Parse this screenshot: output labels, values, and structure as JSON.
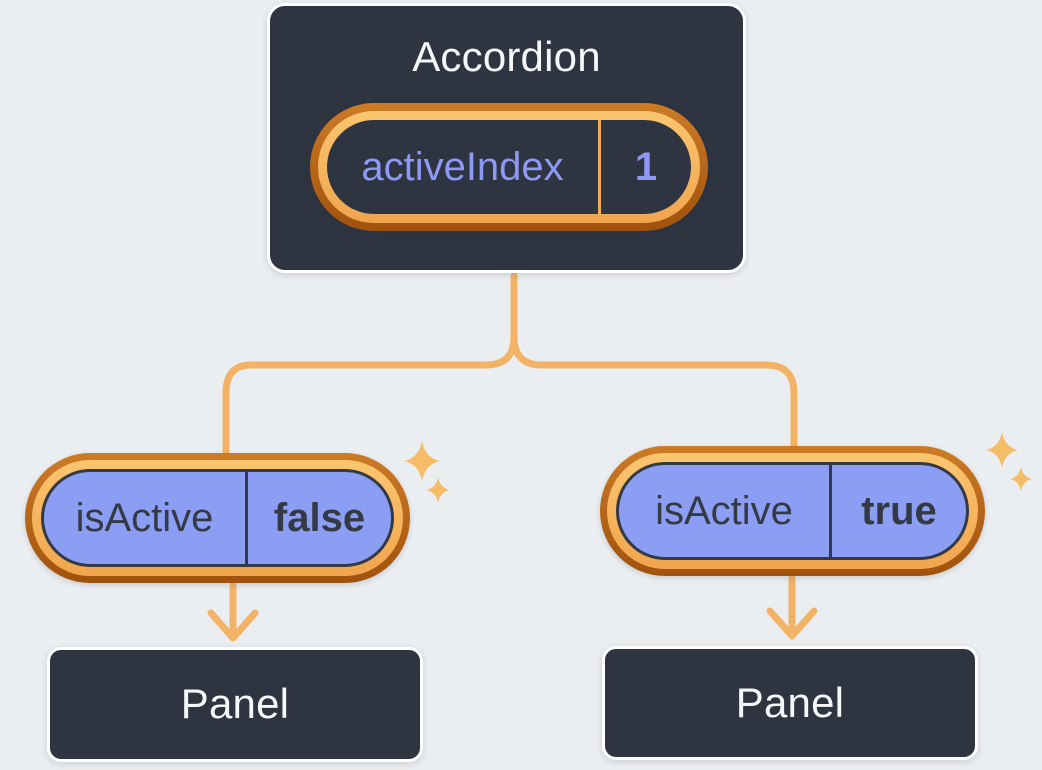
{
  "diagram": {
    "accordion": {
      "title": "Accordion",
      "state": {
        "label": "activeIndex",
        "value": "1"
      }
    },
    "children": [
      {
        "prop": {
          "label": "isActive",
          "value": "false"
        },
        "panel_title": "Panel"
      },
      {
        "prop": {
          "label": "isActive",
          "value": "true"
        },
        "panel_title": "Panel"
      }
    ]
  },
  "colors": {
    "background": "#EBEEF0",
    "box_fill": "#2E3440",
    "box_border": "#FFFFFF",
    "box_text": "#F6F7F9",
    "pill_fill": "#8C9EF3",
    "pill_text": "#333A45",
    "state_text": "#8D99F4",
    "ring_dark_orange": "#B4611C",
    "ring_light_orange": "#F6B75E",
    "connector": "#F2B366",
    "sparkle": "#F5BD68"
  },
  "icons": {
    "sparkle": "four-point-star"
  }
}
